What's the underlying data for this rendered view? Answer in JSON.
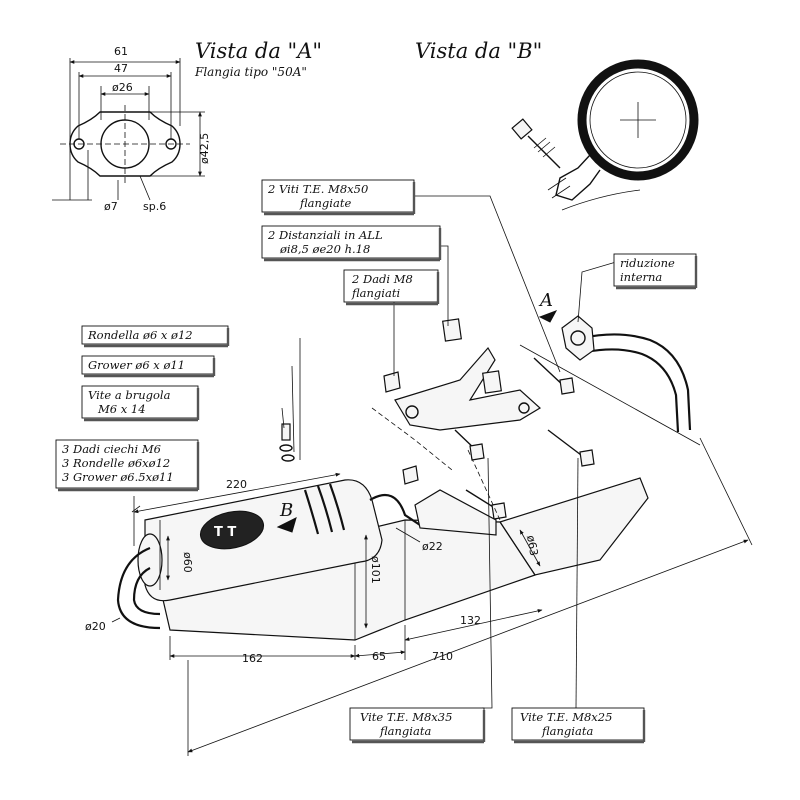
{
  "views": {
    "view_a_title": "Vista da \"A\"",
    "view_a_subtitle": "Flangia tipo \"50A\"",
    "view_b_title": "Vista da \"B\""
  },
  "flange_dims": {
    "width_total": "61",
    "hole_spacing": "47",
    "bore": "ø26",
    "height": "ø42,5",
    "hole": "ø7",
    "thickness": "sp.6"
  },
  "main_dims": {
    "length_220": "220",
    "dia_60": "ø60",
    "dia_101": "ø101",
    "dia_22": "ø22",
    "dia_63": "ø63",
    "dia_20": "ø20",
    "len_162": "162",
    "len_65": "65",
    "len_132": "132",
    "len_710": "710"
  },
  "markers": {
    "arrow_a": "A",
    "arrow_b": "B"
  },
  "callouts": {
    "screws_m8x50": [
      "2 Viti T.E. M8x50",
      "flangiate"
    ],
    "spacers": [
      "2 Distanziali in ALL",
      "øi8,5  øe20  h.18"
    ],
    "nuts_m8": [
      "2 Dadi M8",
      "flangiati"
    ],
    "reduction": [
      "riduzione",
      "interna"
    ],
    "washer_m6": [
      "Rondella ø6 x ø12"
    ],
    "grower_m6": [
      "Grower ø6 x ø11"
    ],
    "allen_screw": [
      "Vite a brugola",
      "M6  x 14"
    ],
    "cap_nuts": [
      "3 Dadi ciechi M6",
      "3 Rondelle ø6xø12",
      "3 Grower ø6.5xø11"
    ],
    "screw_m8x35": [
      "Vite T.E. M8x35",
      "flangiata"
    ],
    "screw_m8x25": [
      "Vite T.E. M8x25",
      "flangiata"
    ]
  }
}
